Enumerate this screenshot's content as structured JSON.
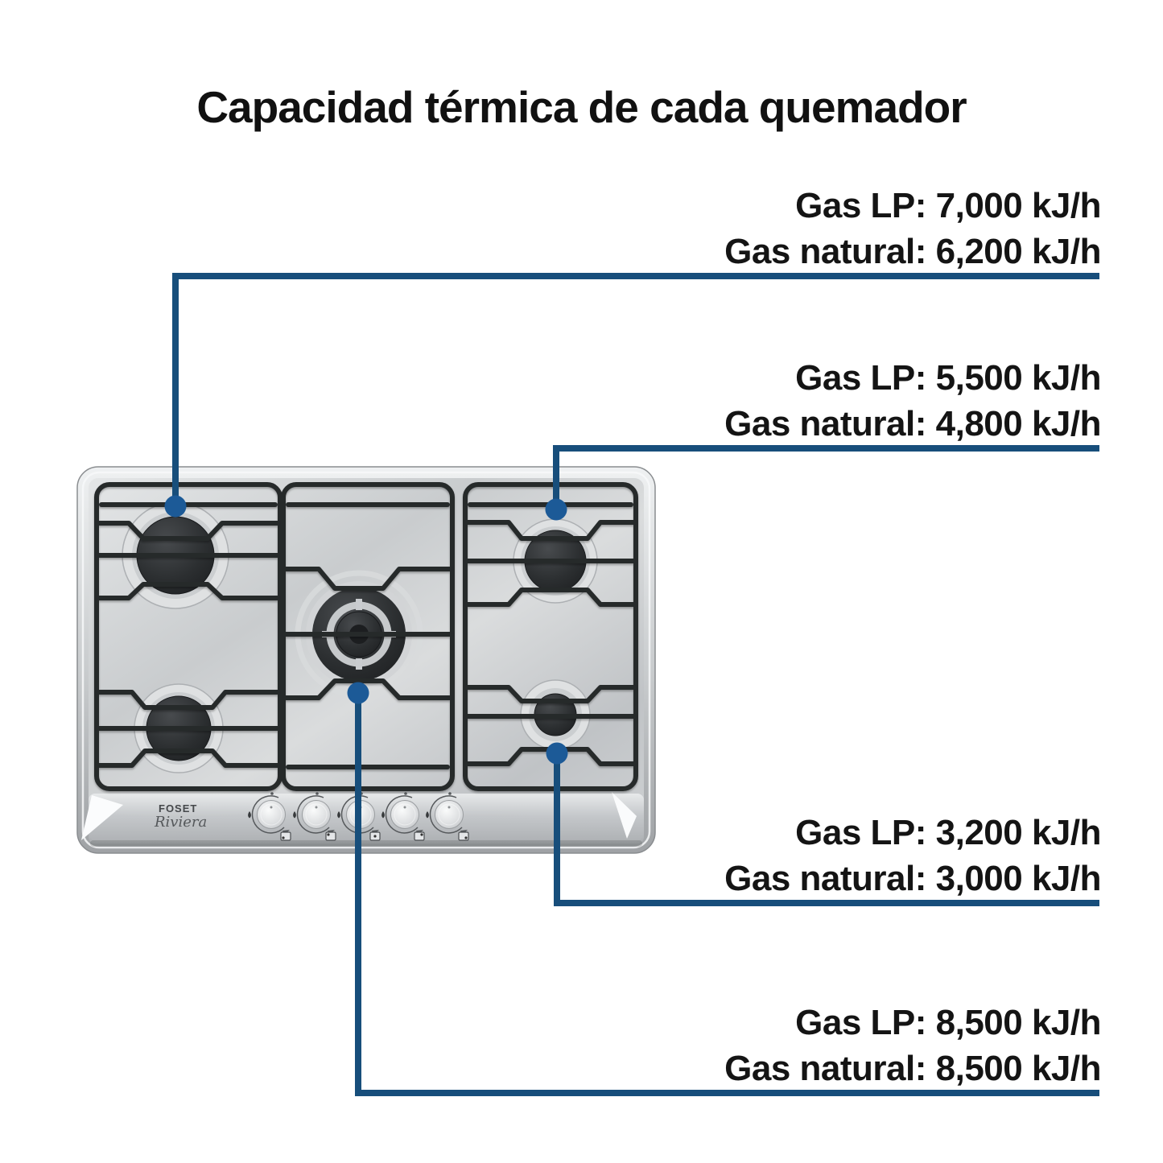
{
  "title": "Capacidad térmica de cada quemador",
  "colors": {
    "accent_line": "#174E7B",
    "connector_dot": "#1C5A97",
    "text": "#141414"
  },
  "cooktop": {
    "brand": "FOSET",
    "series": "Riviera",
    "burner_count": 5,
    "knob_count": 5
  },
  "callouts": [
    {
      "target": "burner-top-left",
      "line1": "Gas LP: 7,000 kJ/h",
      "line2": "Gas natural: 6,200 kJ/h"
    },
    {
      "target": "burner-top-right",
      "line1": "Gas LP: 5,500 kJ/h",
      "line2": "Gas natural: 4,800 kJ/h"
    },
    {
      "target": "burner-bottom-right",
      "line1": "Gas LP: 3,200 kJ/h",
      "line2": "Gas natural: 3,000 kJ/h"
    },
    {
      "target": "burner-center",
      "line1": "Gas LP: 8,500 kJ/h",
      "line2": "Gas natural: 8,500 kJ/h"
    }
  ]
}
